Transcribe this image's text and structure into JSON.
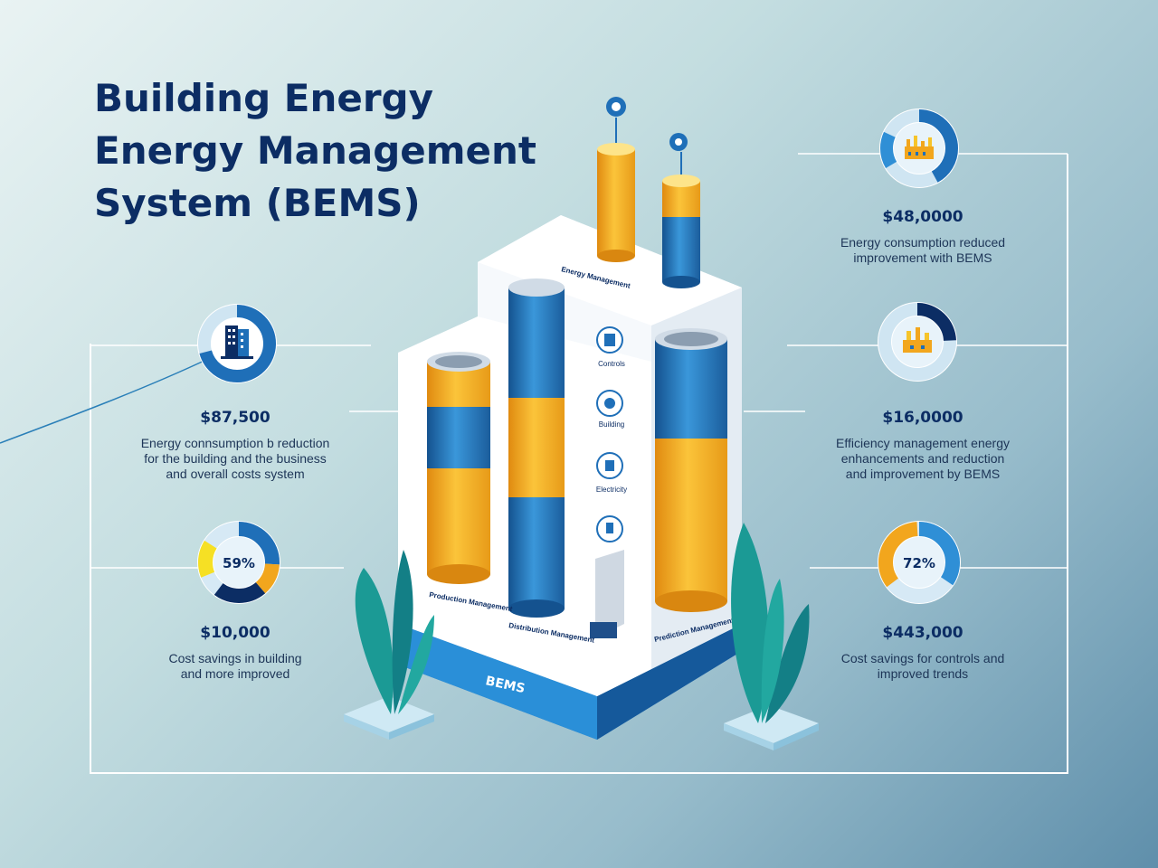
{
  "title": {
    "line1": "Building Energy",
    "line2": "Energy Management",
    "line3": "System (BEMS)"
  },
  "left_panels": [
    {
      "value": "$87,500",
      "desc": [
        "Energy connsumption b reduction",
        "for the building and the business",
        "and overall costs system"
      ],
      "icon": "building-icon"
    },
    {
      "value": "$10,000",
      "desc": [
        "Cost savings in building",
        "and more improved"
      ],
      "percent": "59%"
    }
  ],
  "right_panels": [
    {
      "value": "$48,0000",
      "desc": [
        "Energy consumption reduced",
        "improvement with BEMS"
      ],
      "icon": "industry-icon"
    },
    {
      "value": "$16,0000",
      "desc": [
        "Efficiency management energy",
        "enhancements and reduction",
        "and improvement by BEMS"
      ],
      "icon": "industry-icon"
    },
    {
      "value": "$443,000",
      "desc": [
        "Cost savings for controls and",
        "improved trends"
      ],
      "percent": "72%"
    }
  ],
  "building": {
    "roof_label": "Energy Management",
    "base_label": "BEMS",
    "component_labels": [
      "Controls",
      "Building",
      "Electricity"
    ],
    "front_labels": [
      "Production Management",
      "Distribution Management",
      "Prediction Management"
    ]
  },
  "colors": {
    "navy": "#0c2d64",
    "blue": "#1f6fb8",
    "light_blue": "#2f8fd6",
    "orange": "#f2a61d",
    "yellow": "#f6c42a",
    "teal_leaf": "#1e9a9a"
  }
}
